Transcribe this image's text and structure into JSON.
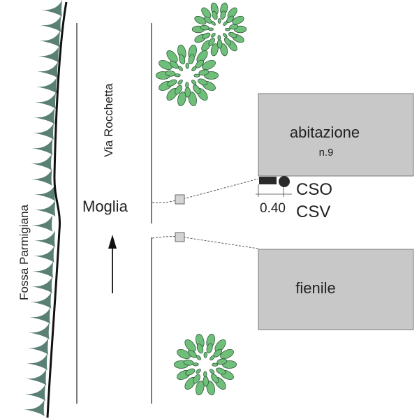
{
  "labels": {
    "canal": "Fossa Parmigiana",
    "road": "Via Rocchetta",
    "direction": "Moglia",
    "house": "abitazione",
    "house_number": "n.9",
    "barn": "fienile",
    "cso": "CSO",
    "csv": "CSV",
    "dimension": "0.40"
  },
  "colors": {
    "building_fill": "#c8c8c8",
    "building_stroke": "#7a7a7a",
    "canal_grass": "#5a7f74",
    "tree_leaf": "#6fbf7a",
    "tree_stroke": "#2f5a3a"
  }
}
